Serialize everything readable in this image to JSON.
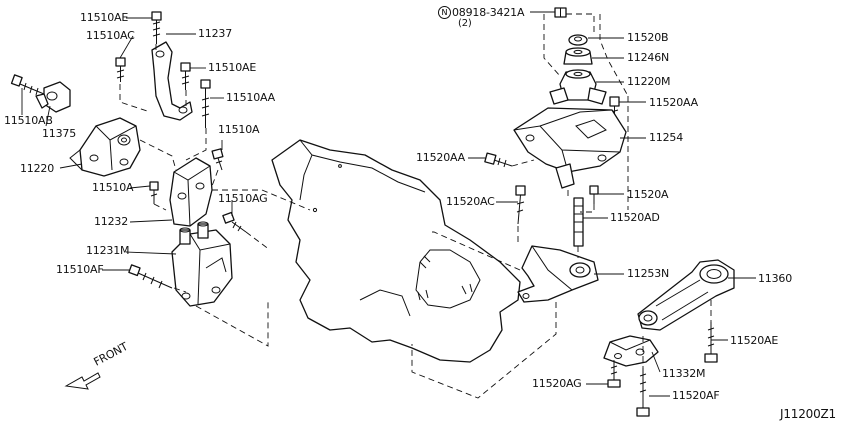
{
  "diagram": {
    "diagram_code": "J11200Z1",
    "front_label": "FRONT",
    "note_symbol": "N",
    "parts": [
      {
        "id": "11510AE_a",
        "label": "11510AE"
      },
      {
        "id": "11510AC",
        "label": "11510AC"
      },
      {
        "id": "11237",
        "label": "11237"
      },
      {
        "id": "11510AE_b",
        "label": "11510AE"
      },
      {
        "id": "11510AA",
        "label": "11510AA"
      },
      {
        "id": "11510AB",
        "label": "11510AB"
      },
      {
        "id": "11375",
        "label": "11375"
      },
      {
        "id": "11510A_a",
        "label": "11510A"
      },
      {
        "id": "11220_left",
        "label": "11220"
      },
      {
        "id": "11510A_b",
        "label": "11510A"
      },
      {
        "id": "11510AG",
        "label": "11510AG"
      },
      {
        "id": "11232",
        "label": "11232"
      },
      {
        "id": "11231M",
        "label": "11231M"
      },
      {
        "id": "11510AF",
        "label": "11510AF"
      },
      {
        "id": "08918",
        "label": "08918-3421A",
        "qty": "(2)"
      },
      {
        "id": "11520B",
        "label": "11520B"
      },
      {
        "id": "11246N",
        "label": "11246N"
      },
      {
        "id": "11220M",
        "label": "11220M"
      },
      {
        "id": "11520AA_a",
        "label": "11520AA"
      },
      {
        "id": "11254",
        "label": "11254"
      },
      {
        "id": "11520AA_b",
        "label": "11520AA"
      },
      {
        "id": "11520A",
        "label": "11520A"
      },
      {
        "id": "11520AC",
        "label": "11520AC"
      },
      {
        "id": "11520AD",
        "label": "11520AD"
      },
      {
        "id": "11253N",
        "label": "11253N"
      },
      {
        "id": "11360",
        "label": "11360"
      },
      {
        "id": "11520AE",
        "label": "11520AE"
      },
      {
        "id": "11332M",
        "label": "11332M"
      },
      {
        "id": "11520AG",
        "label": "11520AG"
      },
      {
        "id": "11520AF",
        "label": "11520AF"
      }
    ]
  }
}
